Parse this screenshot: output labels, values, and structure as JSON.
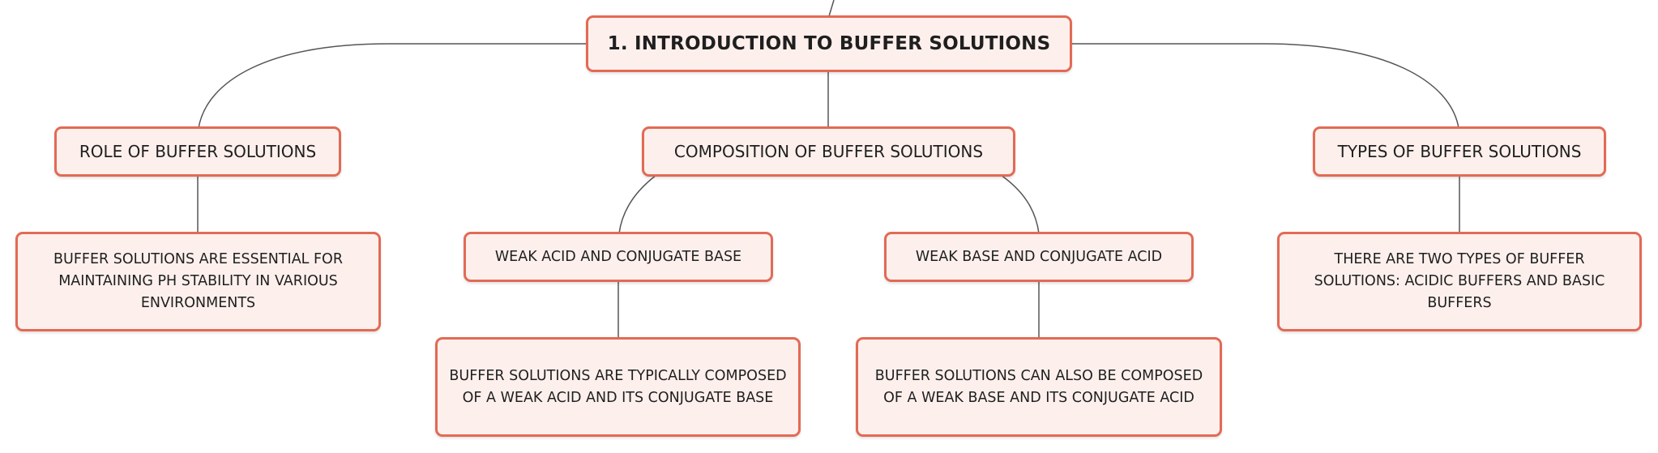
{
  "root": {
    "label": "1. INTRODUCTION TO BUFFER SOLUTIONS"
  },
  "role": {
    "label": "ROLE OF BUFFER SOLUTIONS",
    "detail": "BUFFER SOLUTIONS ARE ESSENTIAL FOR MAINTAINING PH STABILITY IN VARIOUS ENVIRONMENTS"
  },
  "composition": {
    "label": "COMPOSITION OF BUFFER SOLUTIONS",
    "acid_branch": {
      "label": "WEAK ACID AND CONJUGATE BASE",
      "detail": "BUFFER SOLUTIONS ARE TYPICALLY COMPOSED OF A WEAK ACID AND ITS CONJUGATE BASE"
    },
    "base_branch": {
      "label": "WEAK BASE AND CONJUGATE ACID",
      "detail": "BUFFER SOLUTIONS CAN ALSO BE COMPOSED OF A WEAK BASE AND ITS CONJUGATE ACID"
    }
  },
  "types": {
    "label": "TYPES OF BUFFER SOLUTIONS",
    "detail": "THERE ARE TWO TYPES OF BUFFER SOLUTIONS: ACIDIC BUFFERS AND BASIC BUFFERS"
  },
  "colors": {
    "node_border": "#e26a55",
    "node_fill": "#fdf0ec",
    "connector": "#555555"
  }
}
